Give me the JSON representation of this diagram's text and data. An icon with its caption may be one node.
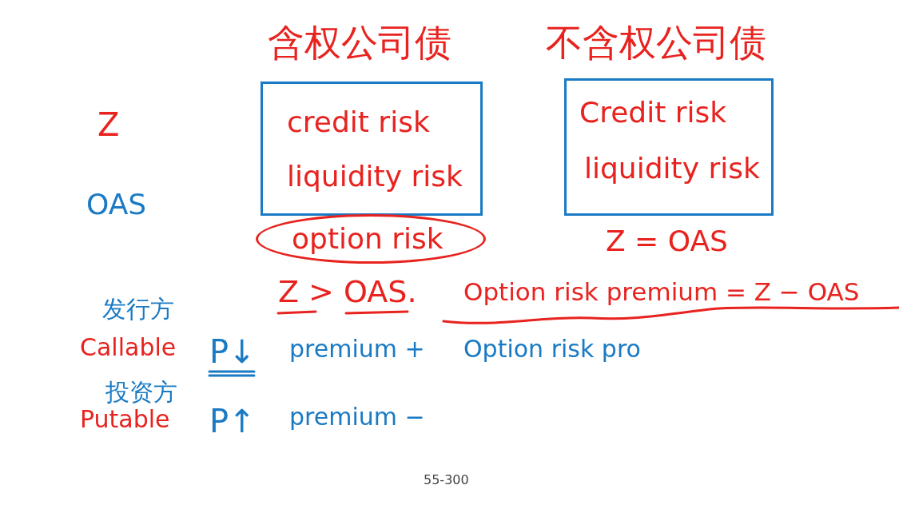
{
  "diagram": {
    "nodes": [
      {
        "text": [
          "credit risk",
          "liquidity risk"
        ]
      },
      {
        "text": [
          "option risk"
        ]
      },
      {
        "text": [
          "Credit risk",
          "liquidity risk"
        ]
      }
    ],
    "edges": [],
    "labels": [
      "含权公司债",
      "不含权公司债",
      "Z",
      "OAS",
      "Z = OAS",
      "Z > OAS.",
      "Option risk premium = Z − OAS",
      "发行方",
      "Callable",
      "P↓",
      "premium +",
      "Option risk pro",
      "投资方",
      "Putable",
      "P↑",
      "premium −",
      "55-300"
    ]
  }
}
